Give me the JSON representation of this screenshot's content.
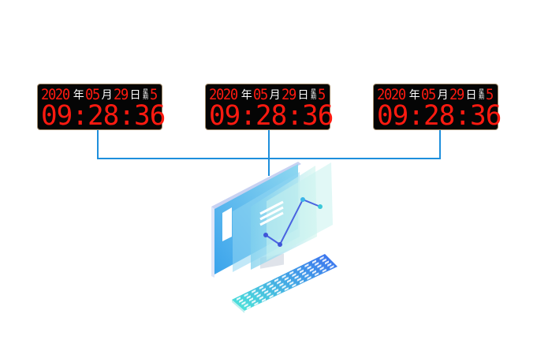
{
  "clocks": [
    {
      "year": "2020",
      "year_unit": "年",
      "month": "05",
      "month_unit": "月",
      "day": "29",
      "day_unit": "日",
      "week_label_1": "星",
      "week_label_2": "期",
      "weekday": "5",
      "time": "09:28:36"
    },
    {
      "year": "2020",
      "year_unit": "年",
      "month": "05",
      "month_unit": "月",
      "day": "29",
      "day_unit": "日",
      "week_label_1": "星",
      "week_label_2": "期",
      "weekday": "5",
      "time": "09:28:36"
    },
    {
      "year": "2020",
      "year_unit": "年",
      "month": "05",
      "month_unit": "月",
      "day": "29",
      "day_unit": "日",
      "week_label_1": "星",
      "week_label_2": "期",
      "weekday": "5",
      "time": "09:28:36"
    }
  ],
  "colors": {
    "digit": "#ff1a10",
    "connector": "#1e8fdc",
    "bezel": "#a08a6a"
  }
}
